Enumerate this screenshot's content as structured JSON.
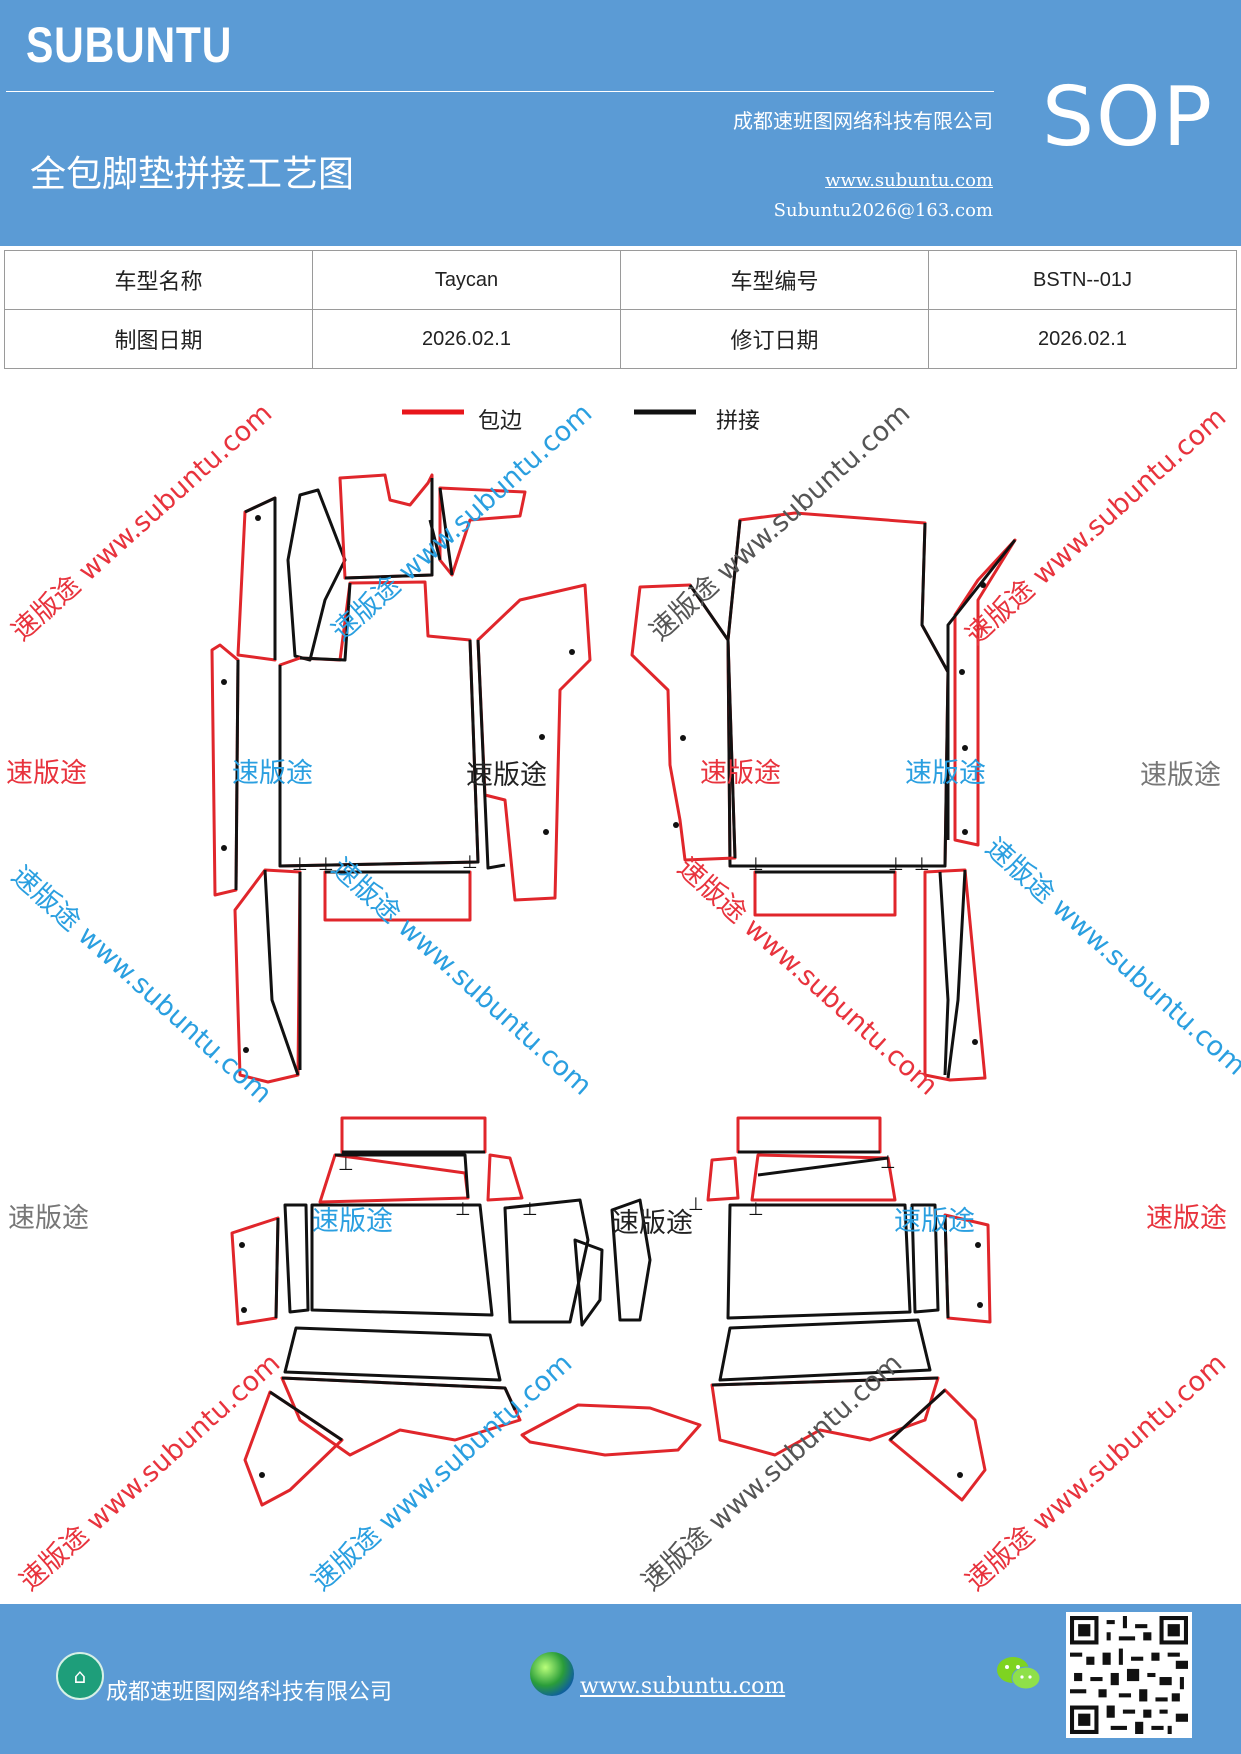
{
  "header": {
    "brand": "SUBUNTU",
    "company": "成都速班图网络科技有限公司",
    "sop": "SOP",
    "title": "全包脚垫拼接工艺图",
    "website": "www.subuntu.com",
    "email": "Subuntu2026@163.com"
  },
  "info_table": {
    "row1": {
      "label_a": "车型名称",
      "value_a": "Taycan",
      "label_b": "车型编号",
      "value_b": "BSTN--01J"
    },
    "row2": {
      "label_a": "制图日期",
      "value_a": "2026.02.1",
      "label_b": "修订日期",
      "value_b": "2026.02.1"
    }
  },
  "legend": {
    "edge_label": "包边",
    "edge_color": "#e8161b",
    "splice_label": "拼接",
    "splice_color": "#111111"
  },
  "watermark": {
    "brand": "速版途",
    "diagonal": "速版途 www.subuntu.com",
    "red": "#e8333d",
    "blue": "#2a9fe0",
    "gray": "#777777"
  },
  "footer": {
    "company": "成都速班图网络科技有限公司",
    "url": "www.subuntu.com",
    "home_icon": "home-icon",
    "globe_icon": "globe-icon",
    "wechat_icon": "wechat-icon"
  }
}
